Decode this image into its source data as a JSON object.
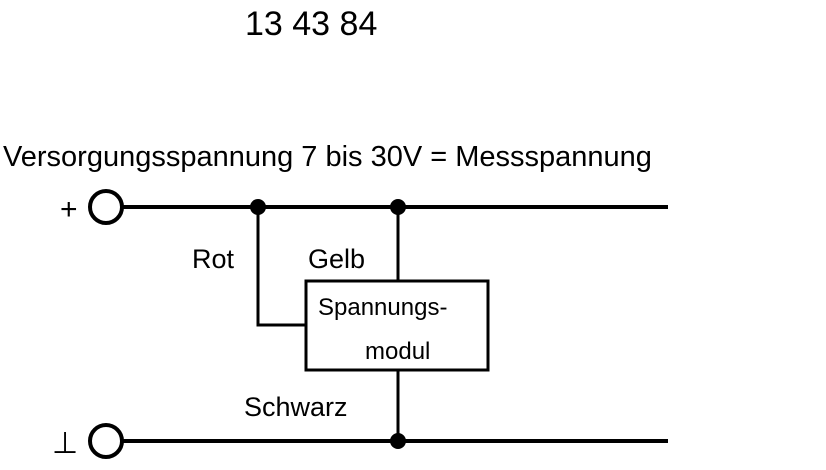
{
  "article_number": "13 43 84",
  "supply_caption": "Versorgungsspannung 7 bis 30V = Messspannung",
  "terminals": {
    "positive": "+",
    "ground": "⊥"
  },
  "wires": {
    "red": "Rot",
    "yellow": "Gelb",
    "black": "Schwarz"
  },
  "module": {
    "line1": "Spannungs-",
    "line2": "modul"
  },
  "colors": {
    "ink": "#000000",
    "background": "#ffffff"
  }
}
